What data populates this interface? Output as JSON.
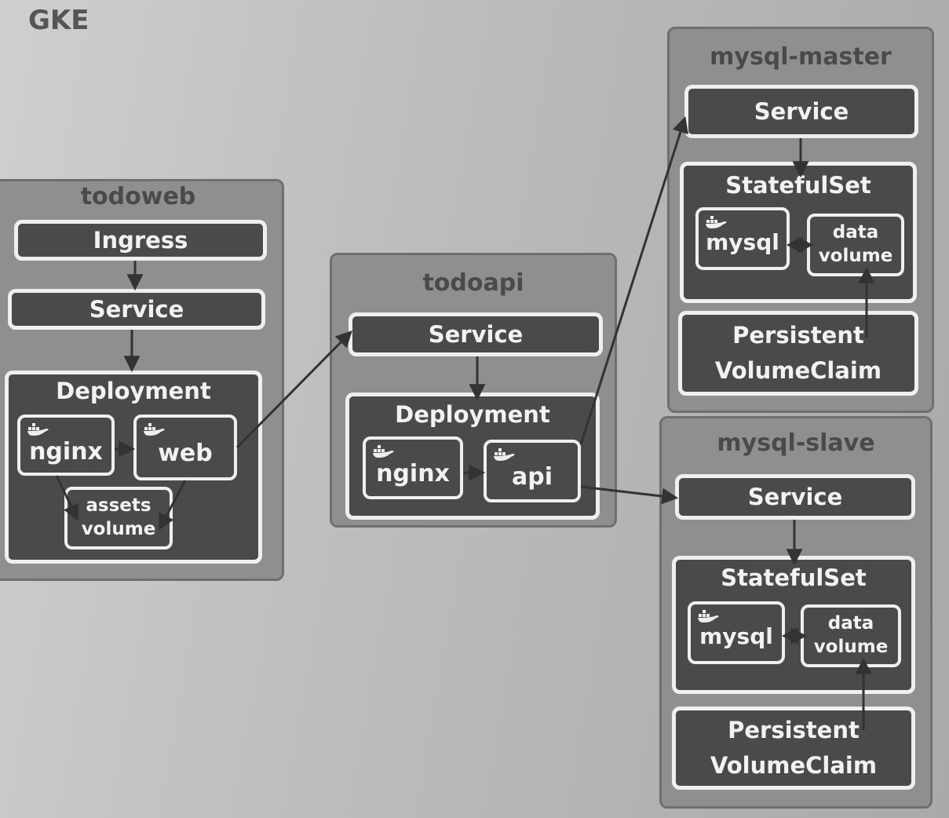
{
  "title": "GKE",
  "todoweb": {
    "title": "todoweb",
    "ingress": "Ingress",
    "service": "Service",
    "deployment": "Deployment",
    "nginx": "nginx",
    "web": "web",
    "volume_line1": "assets",
    "volume_line2": "volume"
  },
  "todoapi": {
    "title": "todoapi",
    "service": "Service",
    "deployment": "Deployment",
    "nginx": "nginx",
    "api": "api"
  },
  "mysql_master": {
    "title": "mysql-master",
    "service": "Service",
    "statefulset": "StatefulSet",
    "mysql": "mysql",
    "volume_line1": "data",
    "volume_line2": "volume",
    "pvc_line1": "Persistent",
    "pvc_line2": "VolumeClaim"
  },
  "mysql_slave": {
    "title": "mysql-slave",
    "service": "Service",
    "statefulset": "StatefulSet",
    "mysql": "mysql",
    "volume_line1": "data",
    "volume_line2": "volume",
    "pvc_line1": "Persistent",
    "pvc_line2": "VolumeClaim"
  },
  "icons": {
    "container_icon": "docker-whale-icon"
  },
  "colors": {
    "box_fill": "#4a4a4a",
    "box_border": "#efefef",
    "group_fill": "#8f8f8f",
    "arrow": "#333333"
  }
}
